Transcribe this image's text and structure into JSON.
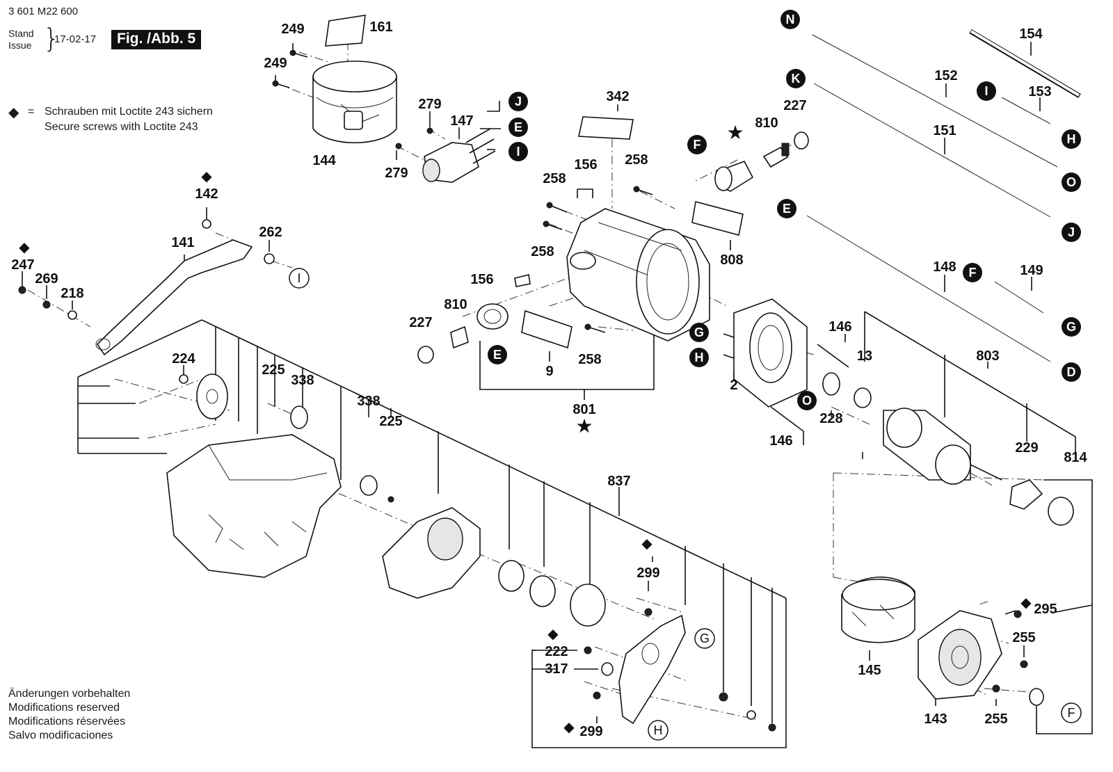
{
  "header": {
    "doc_number": "3 601 M22 600",
    "stand": "Stand",
    "issue": "Issue",
    "brace": "}",
    "issue_date": "17-02-17",
    "figure_label": "Fig. /Abb. 5"
  },
  "note": {
    "symbol": "◆",
    "equals": "=",
    "line_de": "Schrauben mit Loctite 243 sichern",
    "line_en": "Secure screws with Loctite 243"
  },
  "footer": {
    "lines": [
      "Änderungen vorbehalten",
      "Modifications reserved",
      "Modifications réservées",
      "Salvo modificaciones"
    ]
  },
  "symbols": {
    "loctite": "◆",
    "star": "★"
  },
  "part_numbers": [
    {
      "id": "161",
      "label": "161"
    },
    {
      "id": "249a",
      "label": "249"
    },
    {
      "id": "249b",
      "label": "249"
    },
    {
      "id": "144",
      "label": "144"
    },
    {
      "id": "279a",
      "label": "279"
    },
    {
      "id": "279b",
      "label": "279"
    },
    {
      "id": "147",
      "label": "147"
    },
    {
      "id": "342",
      "label": "342"
    },
    {
      "id": "156a",
      "label": "156"
    },
    {
      "id": "156b",
      "label": "156"
    },
    {
      "id": "258a",
      "label": "258"
    },
    {
      "id": "258b",
      "label": "258"
    },
    {
      "id": "258c",
      "label": "258"
    },
    {
      "id": "258d",
      "label": "258"
    },
    {
      "id": "810a",
      "label": "810"
    },
    {
      "id": "810b",
      "label": "810"
    },
    {
      "id": "227a",
      "label": "227"
    },
    {
      "id": "227b",
      "label": "227"
    },
    {
      "id": "808",
      "label": "808"
    },
    {
      "id": "9",
      "label": "9"
    },
    {
      "id": "801",
      "label": "801"
    },
    {
      "id": "154",
      "label": "154"
    },
    {
      "id": "152",
      "label": "152"
    },
    {
      "id": "153",
      "label": "153"
    },
    {
      "id": "151",
      "label": "151"
    },
    {
      "id": "148",
      "label": "148"
    },
    {
      "id": "149",
      "label": "149"
    },
    {
      "id": "146a",
      "label": "146"
    },
    {
      "id": "146b",
      "label": "146"
    },
    {
      "id": "13",
      "label": "13"
    },
    {
      "id": "803",
      "label": "803"
    },
    {
      "id": "2",
      "label": "2"
    },
    {
      "id": "228",
      "label": "228"
    },
    {
      "id": "229",
      "label": "229"
    },
    {
      "id": "814",
      "label": "814"
    },
    {
      "id": "142",
      "label": "142"
    },
    {
      "id": "141",
      "label": "141"
    },
    {
      "id": "262",
      "label": "262"
    },
    {
      "id": "247",
      "label": "247"
    },
    {
      "id": "269",
      "label": "269"
    },
    {
      "id": "218",
      "label": "218"
    },
    {
      "id": "224",
      "label": "224"
    },
    {
      "id": "225a",
      "label": "225"
    },
    {
      "id": "338a",
      "label": "338"
    },
    {
      "id": "338b",
      "label": "338"
    },
    {
      "id": "225b",
      "label": "225"
    },
    {
      "id": "837",
      "label": "837"
    },
    {
      "id": "299a",
      "label": "299"
    },
    {
      "id": "222",
      "label": "222"
    },
    {
      "id": "317",
      "label": "317"
    },
    {
      "id": "299b",
      "label": "299"
    },
    {
      "id": "145",
      "label": "145"
    },
    {
      "id": "295",
      "label": "295"
    },
    {
      "id": "255a",
      "label": "255"
    },
    {
      "id": "255b",
      "label": "255"
    },
    {
      "id": "143",
      "label": "143"
    }
  ],
  "connectors": [
    {
      "id": "J1",
      "label": "J",
      "style": "black"
    },
    {
      "id": "E1",
      "label": "E",
      "style": "black"
    },
    {
      "id": "I1",
      "label": "I",
      "style": "black"
    },
    {
      "id": "F1",
      "label": "F",
      "style": "black"
    },
    {
      "id": "E2",
      "label": "E",
      "style": "black"
    },
    {
      "id": "N",
      "label": "N",
      "style": "black"
    },
    {
      "id": "K",
      "label": "K",
      "style": "black"
    },
    {
      "id": "I2",
      "label": "I",
      "style": "black"
    },
    {
      "id": "H1",
      "label": "H",
      "style": "black"
    },
    {
      "id": "O1",
      "label": "O",
      "style": "black"
    },
    {
      "id": "J2",
      "label": "J",
      "style": "black"
    },
    {
      "id": "E3",
      "label": "E",
      "style": "black"
    },
    {
      "id": "F2",
      "label": "F",
      "style": "black"
    },
    {
      "id": "G1",
      "label": "G",
      "style": "black"
    },
    {
      "id": "D",
      "label": "D",
      "style": "black"
    },
    {
      "id": "G2",
      "label": "G",
      "style": "black"
    },
    {
      "id": "H2",
      "label": "H",
      "style": "black"
    },
    {
      "id": "O2",
      "label": "O",
      "style": "black"
    },
    {
      "id": "I3",
      "label": "I",
      "style": "outline"
    },
    {
      "id": "G3",
      "label": "G",
      "style": "outline"
    },
    {
      "id": "H3",
      "label": "H",
      "style": "outline"
    },
    {
      "id": "F3",
      "label": "F",
      "style": "outline"
    }
  ]
}
